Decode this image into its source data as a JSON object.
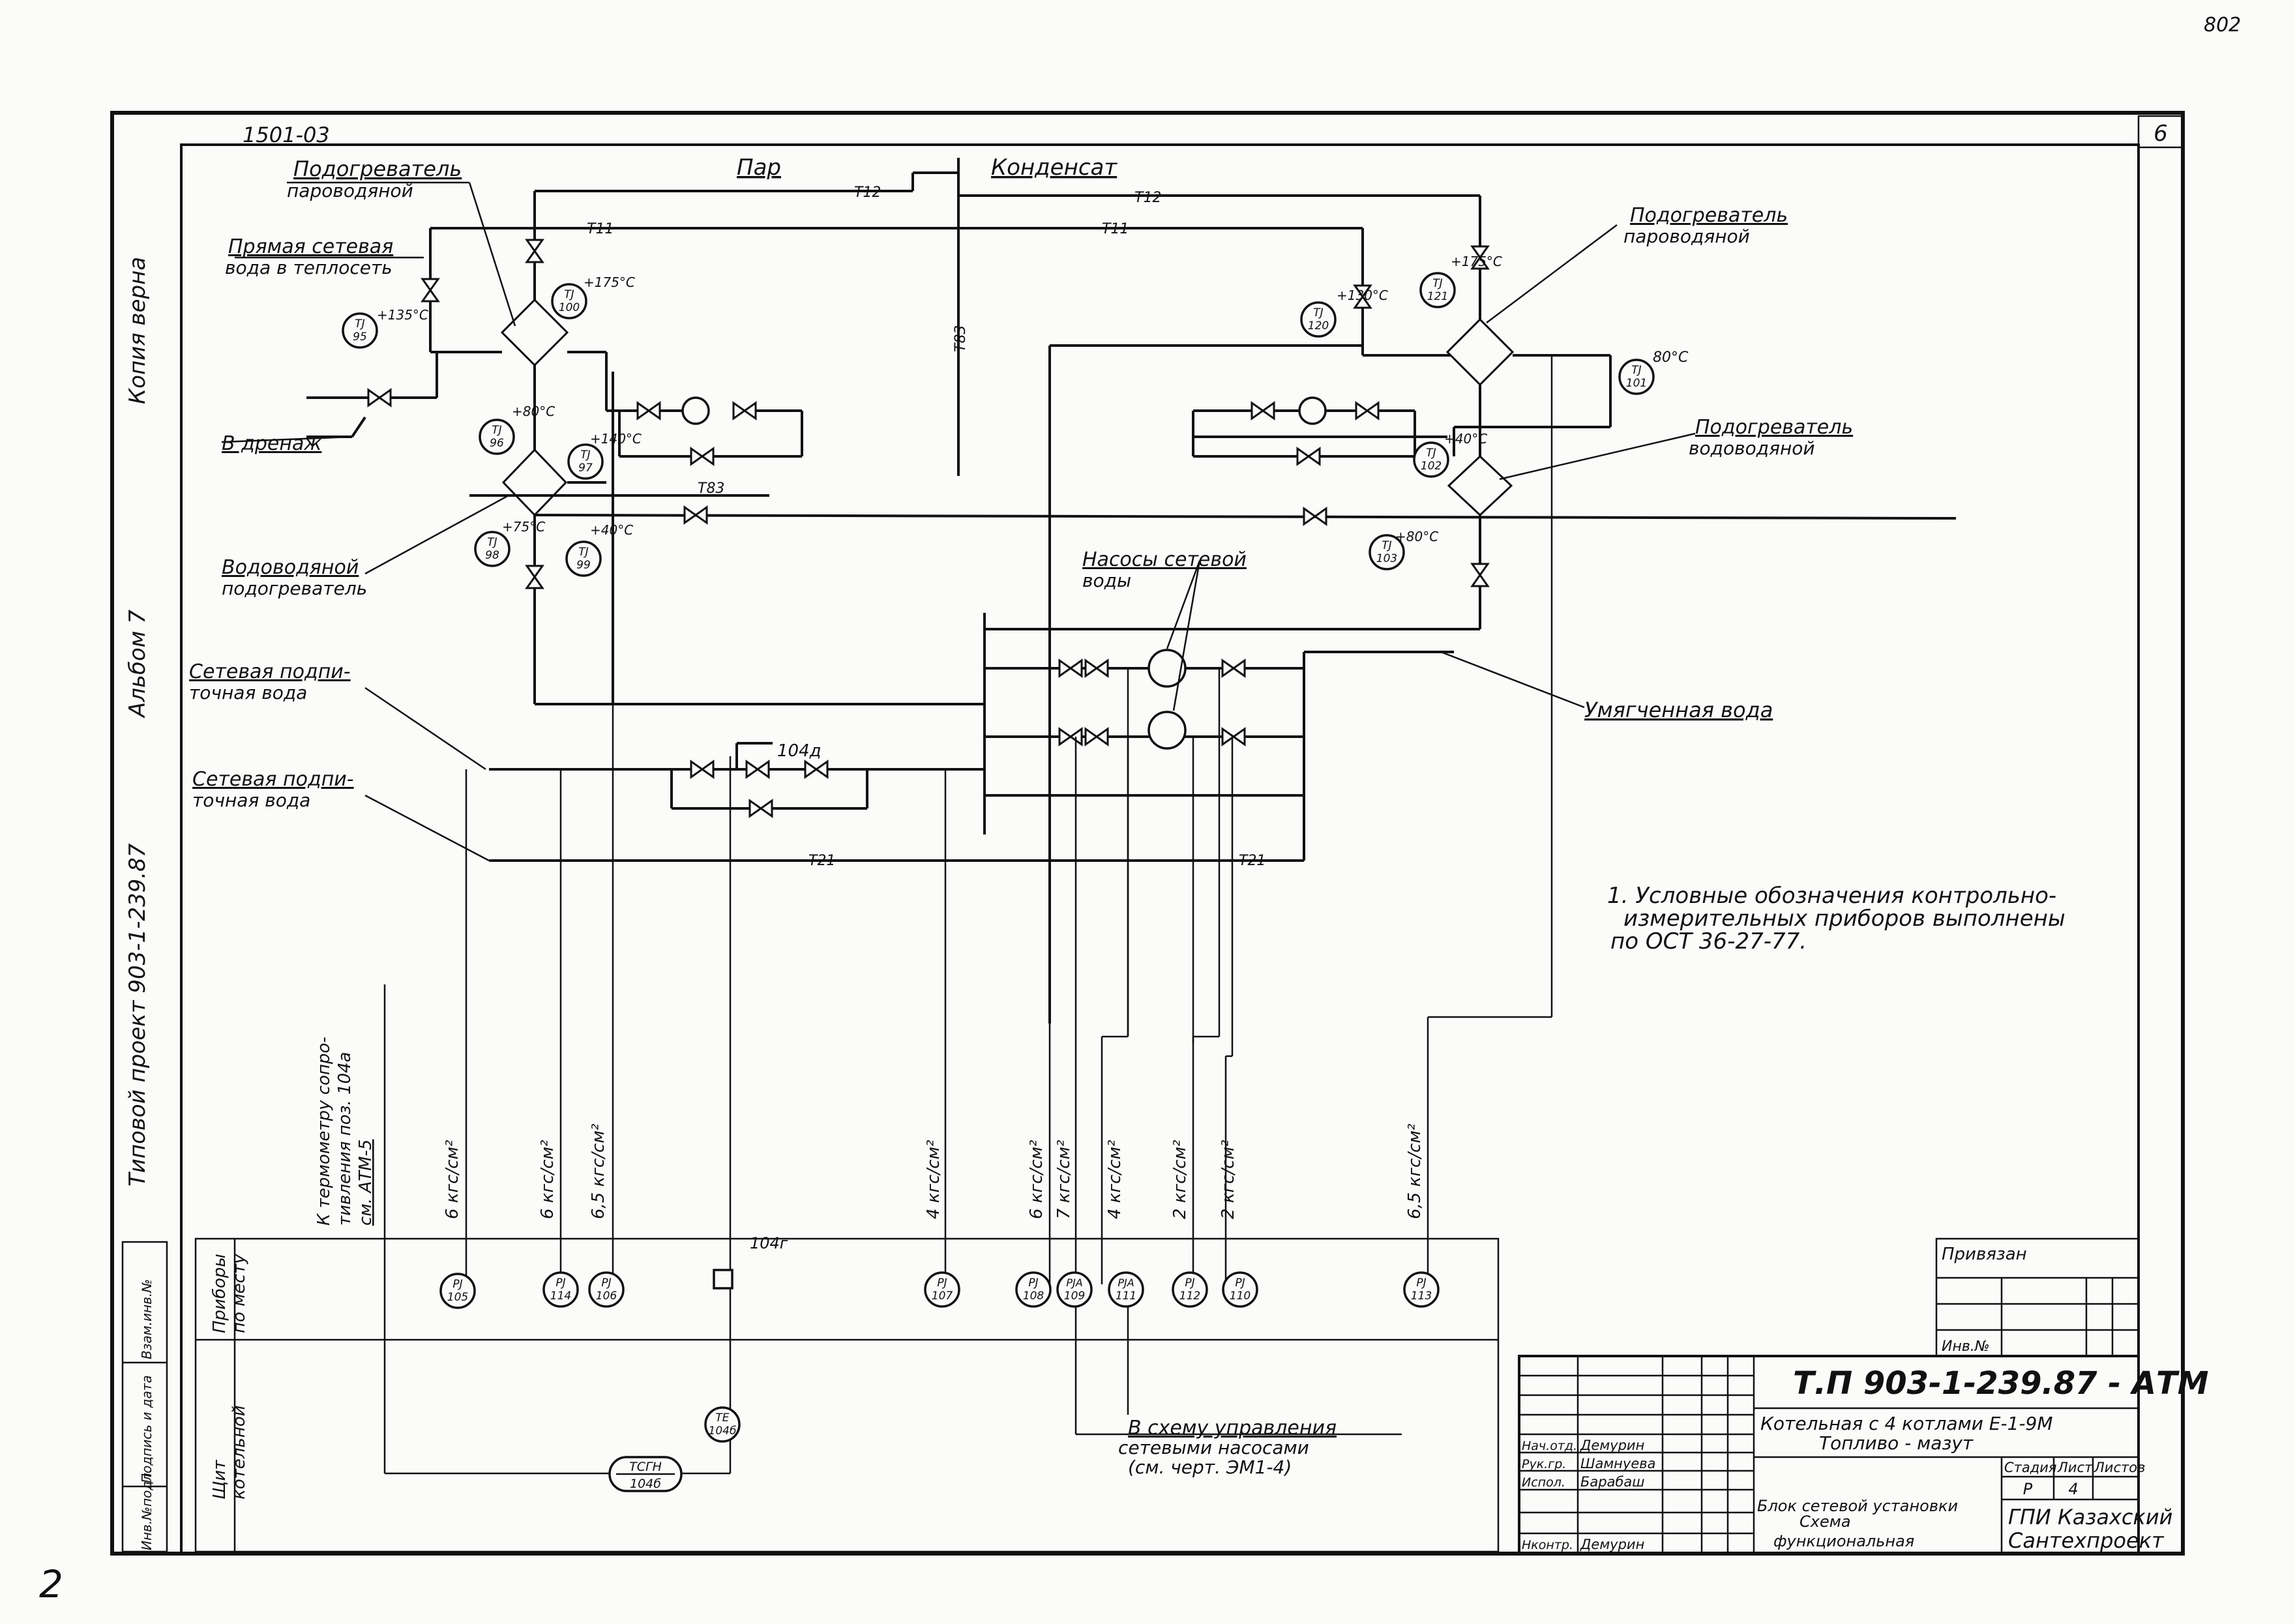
{
  "sheet": {
    "sheet_number": "6",
    "album_code": "1501-03",
    "corner_number": "802",
    "bottom_mark": "2"
  },
  "left_margin": {
    "copy_verified": "Копия верна",
    "project": "Типовой проект  903-1-239.87",
    "album": "Альбом 7",
    "stamp_cells": [
      "Инв.№подл.",
      "Подпись и дата",
      "Взам.инв.№"
    ]
  },
  "headers": {
    "steam": "Пар",
    "condensate": "Конденсат"
  },
  "line_codes": [
    "Т12",
    "Т12",
    "Т11",
    "Т11",
    "Т83",
    "Т83",
    "Т21",
    "Т21"
  ],
  "labels": {
    "heater_steam_water_left": [
      "Подогреватель",
      "пароводяной"
    ],
    "heater_steam_water_right": [
      "Подогреватель",
      "пароводяной"
    ],
    "heater_water_water_right": [
      "Подогреватель",
      "водоводяной"
    ],
    "heater_water_water_left": [
      "Водоводяной",
      "подогреватель"
    ],
    "direct_network_water": [
      "Прямая сетевая",
      "вода в теплосеть"
    ],
    "drain": "В дренаж",
    "pumps": [
      "Насосы сетевой",
      "воды"
    ],
    "makeup_water_1": [
      "Сетевая подпи-",
      "точная вода"
    ],
    "makeup_water_2": [
      "Сетевая подпи-",
      "точная вода"
    ],
    "treated_water": "Умягченная вода",
    "thermometer_note": [
      "К термометру сопро-",
      "тивления поз. 104а",
      "см. АТМ-5"
    ],
    "control_note": [
      "В схему управления",
      "сетевыми насосами",
      "(см. черт. ЭМ1-4)"
    ],
    "position_104d": "104д",
    "position_104r": "104г"
  },
  "temperatures": [
    "+135°С",
    "+175°С",
    "+130°С",
    "+175°С",
    "80°С",
    "+80°С",
    "+140°С",
    "+75°С",
    "+40°С",
    "+40°С",
    "+80°С"
  ],
  "note": [
    "1. Условные обозначения контрольно-",
    "измерительных приборов выполнены",
    "по ОСТ 36-27-77."
  ],
  "instruments_top": [
    {
      "tag": "ТЈ",
      "num": "95"
    },
    {
      "tag": "ТЈ",
      "num": "100"
    },
    {
      "tag": "ТЈ",
      "num": "96"
    },
    {
      "tag": "ТЈ",
      "num": "97"
    },
    {
      "tag": "ТЈ",
      "num": "98"
    },
    {
      "tag": "ТЈ",
      "num": "99"
    },
    {
      "tag": "ТЈ",
      "num": "120"
    },
    {
      "tag": "ТЈ",
      "num": "121"
    },
    {
      "tag": "ТЈ",
      "num": "101"
    },
    {
      "tag": "ТЈ",
      "num": "102"
    },
    {
      "tag": "ТЈ",
      "num": "103"
    }
  ],
  "pressures": [
    "6 кгс/см²",
    "6 кгс/см²",
    "6,5 кгс/см²",
    "4 кгс/см²",
    "6 кгс/см²",
    "7 кгс/см²",
    "4 кгс/см²",
    "2 кгс/см²",
    "2 кгс/см²",
    "6,5 кгс/см²"
  ],
  "instruments_bottom": [
    {
      "tag": "РЈ",
      "num": "105"
    },
    {
      "tag": "РЈ",
      "num": "114"
    },
    {
      "tag": "РЈ",
      "num": "106"
    },
    {
      "tag": "РЈ",
      "num": "107"
    },
    {
      "tag": "РЈ",
      "num": "108"
    },
    {
      "tag": "РЈА",
      "num": "109"
    },
    {
      "tag": "РЈА",
      "num": "111"
    },
    {
      "tag": "РЈ",
      "num": "112"
    },
    {
      "tag": "РЈ",
      "num": "110"
    },
    {
      "tag": "РЈ",
      "num": "113"
    }
  ],
  "panel": {
    "local_instruments": [
      "Приборы",
      "по месту"
    ],
    "boiler_panel": [
      "Щит",
      "котельной"
    ],
    "te_tag": "ТЕ",
    "te_num": "104б",
    "tcgh_tag": "ТСГН",
    "tcgh_num": "104б"
  },
  "title_block": {
    "bound": "Привязан",
    "inv_no": "Инв.№",
    "code": "Т.П 903-1-239.87 -   АТМ",
    "object": "Котельная с 4 котлами Е-1-9М",
    "fuel": "Топливо - мазут",
    "names": [
      {
        "role": "Нач.отд.",
        "name": "Демурин"
      },
      {
        "role": "Рук.гр.",
        "name": "Шамнуева"
      },
      {
        "role": "Испол.",
        "name": "Барабаш"
      },
      {
        "role": "Нконтр.",
        "name": "Демурин"
      }
    ],
    "sheet_title": [
      "Блок сетевой установки",
      "Схема",
      "функциональная"
    ],
    "stage_h": "Стадия",
    "sheet_h": "Лист",
    "sheets_h": "Листов",
    "stage": "Р",
    "sheet": "4",
    "org": [
      "ГПИ Казахский",
      "Сантехпроект"
    ]
  }
}
